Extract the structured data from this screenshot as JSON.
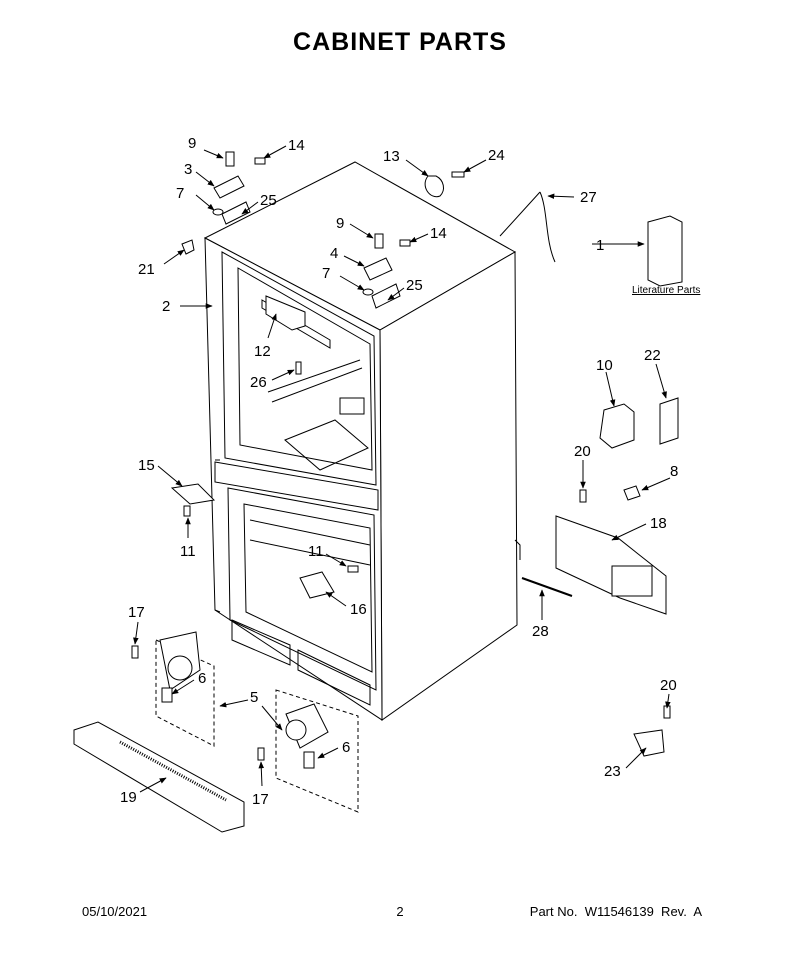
{
  "header": {
    "title": "CABINET PARTS"
  },
  "diagram": {
    "callouts": [
      {
        "id": "c9a",
        "text": "9"
      },
      {
        "id": "c14a",
        "text": "14"
      },
      {
        "id": "c3",
        "text": "3"
      },
      {
        "id": "c7a",
        "text": "7"
      },
      {
        "id": "c25a",
        "text": "25"
      },
      {
        "id": "c21",
        "text": "21"
      },
      {
        "id": "c2",
        "text": "2"
      },
      {
        "id": "c13",
        "text": "13"
      },
      {
        "id": "c24",
        "text": "24"
      },
      {
        "id": "c27",
        "text": "27"
      },
      {
        "id": "c9b",
        "text": "9"
      },
      {
        "id": "c14b",
        "text": "14"
      },
      {
        "id": "c4",
        "text": "4"
      },
      {
        "id": "c7b",
        "text": "7"
      },
      {
        "id": "c25b",
        "text": "25"
      },
      {
        "id": "c1",
        "text": "1"
      },
      {
        "id": "c12",
        "text": "12"
      },
      {
        "id": "c26",
        "text": "26"
      },
      {
        "id": "c10",
        "text": "10"
      },
      {
        "id": "c22",
        "text": "22"
      },
      {
        "id": "c20a",
        "text": "20"
      },
      {
        "id": "c8",
        "text": "8"
      },
      {
        "id": "c15",
        "text": "15"
      },
      {
        "id": "c11a",
        "text": "11"
      },
      {
        "id": "c18",
        "text": "18"
      },
      {
        "id": "c11b",
        "text": "11"
      },
      {
        "id": "c16",
        "text": "16"
      },
      {
        "id": "c28",
        "text": "28"
      },
      {
        "id": "c17a",
        "text": "17"
      },
      {
        "id": "c6a",
        "text": "6"
      },
      {
        "id": "c5",
        "text": "5"
      },
      {
        "id": "c6b",
        "text": "6"
      },
      {
        "id": "c19",
        "text": "19"
      },
      {
        "id": "c17b",
        "text": "17"
      },
      {
        "id": "c20b",
        "text": "20"
      },
      {
        "id": "c23",
        "text": "23"
      }
    ],
    "literature_label": "Literature Parts"
  },
  "footer": {
    "date": "05/10/2021",
    "page": "2",
    "part_no": "Part No.  W11546139  Rev.  A"
  }
}
